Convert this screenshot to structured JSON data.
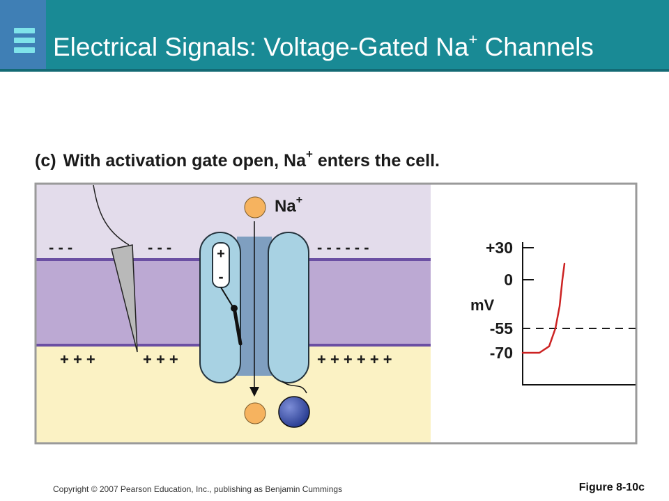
{
  "slide": {
    "title_main": "Electrical Signals: Voltage-Gated Na",
    "title_sup": "+",
    "title_end": " Channels",
    "menu_icon": "menu-icon"
  },
  "panel": {
    "label": "(c)",
    "caption_main": "With activation gate open, Na",
    "caption_sup": "+",
    "caption_end": " enters the cell."
  },
  "diagram": {
    "ion_label": "Na",
    "ion_sup": "+",
    "gate_plus": "+",
    "gate_minus": "-",
    "outside_charges": [
      "- - -",
      "- - -",
      "- - - - - -"
    ],
    "inside_charges": [
      "+ + +",
      "+ + +",
      "+ + + + + +"
    ]
  },
  "chart_data": {
    "type": "line",
    "ylabel": "mV",
    "yticks": [
      "+30",
      "0",
      "-55",
      "-70"
    ],
    "ytick_values": [
      30,
      0,
      -55,
      -70
    ],
    "threshold": -55,
    "series": [
      {
        "values": [
          -70,
          -70,
          -70,
          -66,
          -55,
          -30,
          0,
          15
        ]
      }
    ],
    "colors": {
      "trace": "#cc2222",
      "threshold": "#1a1a1a"
    }
  },
  "footer": {
    "copyright": "Copyright © 2007 Pearson Education, Inc., publishing as Benjamin Cummings",
    "figure": "Figure 8-10c"
  }
}
